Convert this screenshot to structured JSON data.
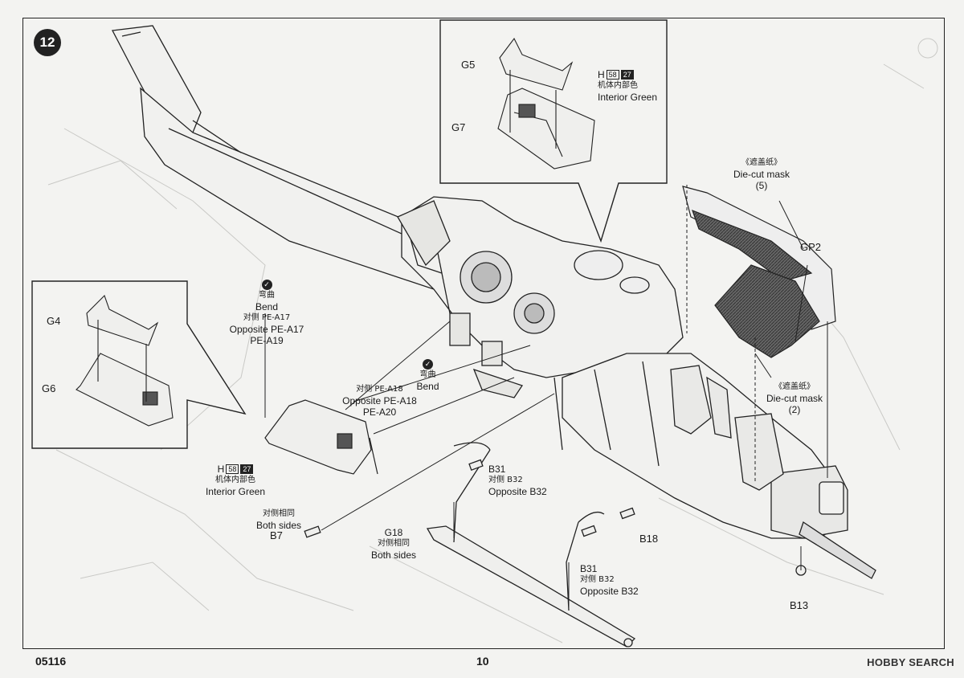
{
  "step_number": "12",
  "footer": {
    "kit_number": "05116",
    "page_number": "10"
  },
  "watermark": "HOBBY SEARCH",
  "callouts": {
    "g5": "G5",
    "g7": "G7",
    "h_paint_top": {
      "letter": "H",
      "code1": "58",
      "code2": "27",
      "cn": "机体内部色",
      "en": "Interior Green"
    },
    "g4": "G4",
    "g6": "G6",
    "mask_5": {
      "cn": "《遮盖纸》",
      "en": "Die-cut mask",
      "num": "(5)"
    },
    "gp2": "GP2",
    "mask_2": {
      "cn": "《遮盖纸》",
      "en": "Die-cut mask",
      "num": "(2)"
    },
    "bend_left": {
      "cn": "弯曲",
      "en": "Bend",
      "opp_cn": "对侧 PE-A17",
      "opp_en": "Opposite PE-A17",
      "part": "PE-A19"
    },
    "bend_right": {
      "cn": "弯曲",
      "en": "Bend"
    },
    "pe_a20": {
      "opp_cn": "对侧 PE-A18",
      "opp_en": "Opposite PE-A18",
      "part": "PE-A20"
    },
    "h_paint_bottom": {
      "letter": "H",
      "code1": "58",
      "code2": "27",
      "cn": "机体内部色",
      "en": "Interior Green"
    },
    "b7": {
      "cn": "对侧相同",
      "en": "Both sides",
      "part": "B7"
    },
    "g18": {
      "part": "G18",
      "cn": "对侧相同",
      "en": "Both sides"
    },
    "b31_top": {
      "part": "B31",
      "cn": "对侧 B32",
      "en": "Opposite B32"
    },
    "b18": "B18",
    "b31_bottom": {
      "part": "B31",
      "cn": "对侧 B32",
      "en": "Opposite B32"
    },
    "b13": "B13"
  },
  "colors": {
    "ink": "#1a1a1a",
    "paper": "#f3f3f1",
    "mask_fill": "#555555"
  }
}
